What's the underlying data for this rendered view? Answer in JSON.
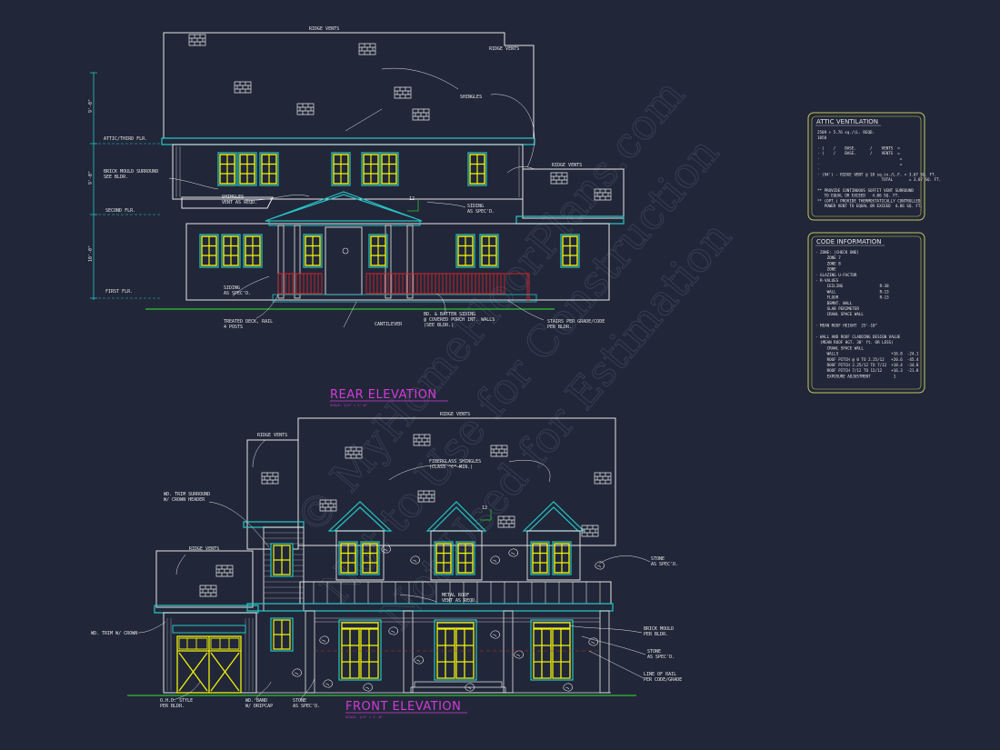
{
  "sheet": {
    "watermark_lines": [
      "© MyHomeFloorPlans.com",
      "Not to Use for Construction",
      "Not Used for Estimation"
    ],
    "colors": {
      "background": "#212739",
      "walls": "#e6e6e6",
      "trim": "#27c4c4",
      "windows": "#f2f20a",
      "rail": "#d0252b",
      "title": "#d43ad8",
      "box_border": "#c8c85a",
      "grade": "#2fbf35"
    }
  },
  "rear": {
    "title": "REAR ELEVATION",
    "scale": "SCALE:         1/4\" = 1'-0\"",
    "labels": {
      "ridge_vents_top": "RIDGE VENTS",
      "ridge_vents_upper": "RIDGE VENTS",
      "shingles": "SHINGLES",
      "ridge_vents_right": "RIDGE VENTS",
      "brick_mould": "BRICK MOULD SURROUND\nSEE BLDR.",
      "shingles_vent": "SHINGLES\nVENT AS REQD.",
      "siding_right": "SIDING\nAS SPEC'D.",
      "siding_left": "SIDING\nAS SPEC'D.",
      "treated_deck": "TREATED DECK, RAIL\n4 POSTS",
      "cantilever": "CANTILEVER",
      "bd_batten": "BD. & BATTEN SIDING\n@ COVERED PORCH INT. WALLS\n(SEE BLDR.)",
      "stairs": "STAIRS PER GRADE/CODE\nPER BLDR.",
      "pitch": "12"
    },
    "levels": [
      "ATTIC/THIRD FLR.",
      "SECOND FLR.",
      "FIRST FLR."
    ],
    "dims": [
      "9'-0\"",
      "9'-0\"",
      "10'-0\""
    ]
  },
  "front": {
    "title": "FRONT ELEVATION",
    "scale": "SCALE:         1/4\" = 1'-0\"",
    "labels": {
      "ridge_vents_top": "RIDGE VENTS",
      "ridge_vents_left": "RIDGE VENTS",
      "fiberglass": "FIBERGLASS SHINGLES\n(CLASS \"C\" MIN.)",
      "wd_trim_surround": "WD. TRIM SURROUND\nW/ CROWN HEADER",
      "ridge_vents_garage": "RIDGE VENTS",
      "stone_right": "STONE\nAS SPEC'D.",
      "metal_roof": "METAL ROOF\nVENT AS REQD.",
      "wd_trim_crown": "WD. TRIM W/ CROWN",
      "brick_mould": "BRICK MOULD\nPER BLDR.",
      "stone_mid": "STONE\nAS SPEC'D.",
      "line_of_rail": "LINE OF RAIL\nPER CODE/GRADE",
      "ohd": "O.H.D. STYLE\nPER BLDR.",
      "wd_band": "WD. BAND\nW/ DRIPCAP",
      "stone_bottom": "STONE\nAS SPEC'D.",
      "pitch": "12"
    }
  },
  "attic": {
    "heading": "ATTIC VENTILATION",
    "lines": [
      "2509 ÷ 5.76 sq./(L. REQD.",
      "1050",
      "",
      "· (    /    BASE.      /    VENTS  =",
      "· (    /    BASE.      /    VENTS  =",
      "·                                   =",
      "·                                   =",
      "·",
      "· (94') - RIDGE VENT @ 18 sq.in./L.F. = 3.67 SQ. FT.",
      "                            TOTAL       = 3.67 SQ. FT.",
      "",
      "** PROVIDE CONTINUOUS SOFFIT VENT SURROUND",
      "   TO EQUAL OR EXCEED   4.86 SQ. FT.",
      "** (OPT.) PROVIDE THERMOSTATICALLY CONTROLLED",
      "   POWER VENT TO EQUAL OR EXCEED  4.86 SQ. FT."
    ]
  },
  "code": {
    "heading": "CODE INFORMATION",
    "lines": [
      "· ZONE: (CHECK ONE)",
      "     ZONE 7",
      "     ZONE 8",
      "     ZONE",
      "· GLAZING U-FACTOR",
      "· R-VALUES",
      "     CEILING                R-38",
      "     WALL                   R-13",
      "     FLOOR                  R-13",
      "     BSMNT. WALL",
      "     SLAB PERIMETER",
      "     CRAWL SPACE WALL",
      "",
      "· MEAN ROOF HEIGHT  25'-10\"",
      "",
      "· WALL AND ROOF CLADDING DESIGN VALUE",
      "  (MEAN ROOF HGT. 30' ft. OR LESS)",
      "     CRAWL SPACE WALL",
      "     WALLS                       +16.8  -24.1",
      "     ROOF PITCH @ 0 TO 2.25/12   +20.6  -45.4",
      "     ROOF PITCH 2.25/12 TO 7/12  +18.4  -34.8",
      "     ROOF PITCH 7/12 TO 12/12    +16.3  -21.8",
      "     EXPOSURE ADJUSTMENT          1"
    ]
  }
}
